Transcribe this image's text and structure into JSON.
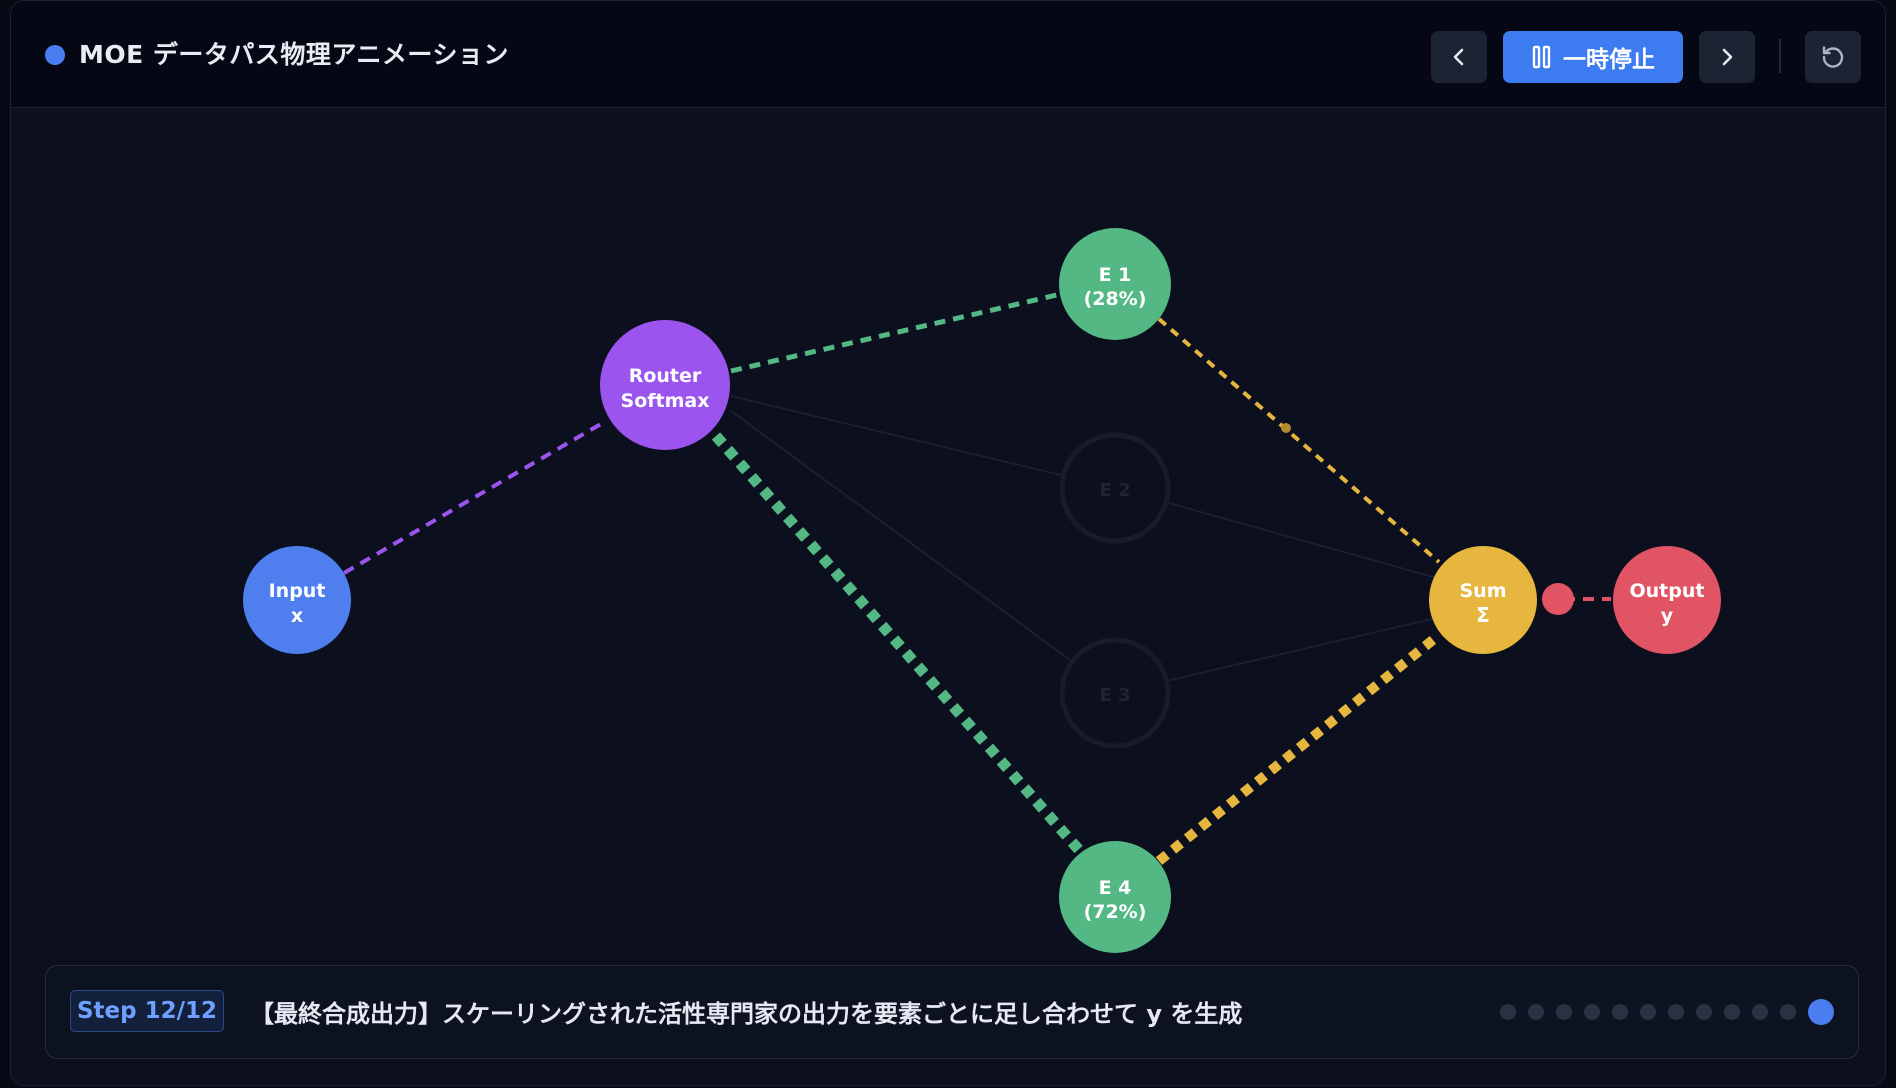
{
  "header": {
    "title": "MOE データパス物理アニメーション",
    "pause_label": "一時停止"
  },
  "colors": {
    "input": "#4f7fee",
    "router": "#9b55ee",
    "expert_active": "#53b884",
    "sum": "#e6b63f",
    "output": "#e15463",
    "background": "#0b0f1e"
  },
  "diagram": {
    "nodes": {
      "input": {
        "line1": "Input",
        "line2": "x"
      },
      "router": {
        "line1": "Router",
        "line2": "Softmax"
      },
      "e1": {
        "line1": "E 1",
        "line2": "(28%)"
      },
      "e2": {
        "line1": "E 2"
      },
      "e3": {
        "line1": "E 3"
      },
      "e4": {
        "line1": "E 4",
        "line2": "(72%)"
      },
      "sum": {
        "line1": "Sum",
        "line2": "Σ"
      },
      "output": {
        "line1": "Output",
        "line2": "y"
      }
    },
    "edges": [
      {
        "from": "input",
        "to": "router",
        "state": "active"
      },
      {
        "from": "router",
        "to": "e1",
        "state": "active",
        "weight": 0.28
      },
      {
        "from": "router",
        "to": "e2",
        "state": "inactive"
      },
      {
        "from": "router",
        "to": "e3",
        "state": "inactive"
      },
      {
        "from": "router",
        "to": "e4",
        "state": "active",
        "weight": 0.72
      },
      {
        "from": "e1",
        "to": "sum",
        "state": "active",
        "weight": 0.28
      },
      {
        "from": "e2",
        "to": "sum",
        "state": "inactive"
      },
      {
        "from": "e3",
        "to": "sum",
        "state": "inactive"
      },
      {
        "from": "e4",
        "to": "sum",
        "state": "active",
        "weight": 0.72
      },
      {
        "from": "sum",
        "to": "output",
        "state": "active"
      }
    ]
  },
  "footer": {
    "step_label": "Step 12/12",
    "caption": "【最終合成出力】スケーリングされた活性専門家の出力を要素ごとに足し合わせて y を生成",
    "total_steps": 12,
    "current_step": 12
  }
}
